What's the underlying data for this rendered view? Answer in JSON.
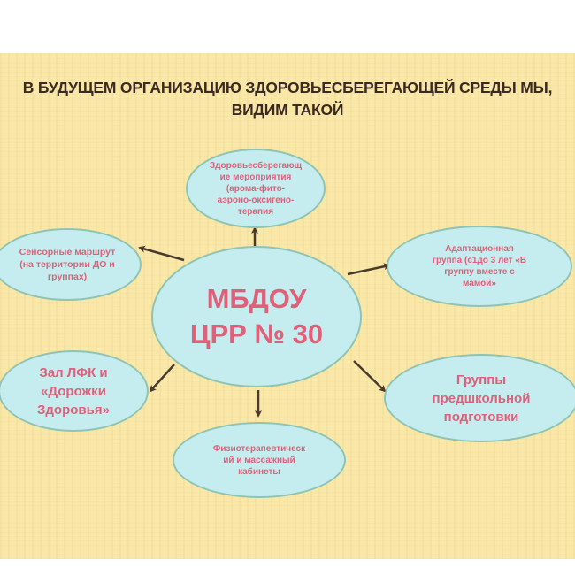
{
  "title": {
    "line1": "В БУДУЩЕМ ОРГАНИЗАЦИЮ ЗДОРОВЬЕСБЕРЕГАЮЩЕЙ СРЕДЫ МЫ,",
    "line2": "ВИДИМ ТАКОЙ"
  },
  "colors": {
    "background": "#f9e8a8",
    "node_fill": "#c5ecef",
    "node_border": "#8fc4b4",
    "node_text": "#e0607a",
    "arrow": "#4a3a2e",
    "title_text": "#3a2a22"
  },
  "center": {
    "line1": "МБДОУ",
    "line2": "ЦРР № 30"
  },
  "nodes": {
    "top": {
      "lines": [
        "Здоровьесберегающ",
        "ие мероприятия",
        "(арома-фито-",
        "аэроно-оксигено-",
        "терапия"
      ]
    },
    "top_left": {
      "lines": [
        "Сенсорные маршрут",
        "(на территории ДО и",
        "группах)"
      ]
    },
    "top_right": {
      "lines": [
        "Адаптационная",
        "группа (с1до 3 лет  «В",
        "группу вместе с",
        "мамой»"
      ]
    },
    "bottom_left": {
      "lines": [
        "Зал ЛФК и",
        "«Дорожки",
        "Здоровья»"
      ]
    },
    "bottom_right": {
      "lines": [
        "Группы",
        "предшкольной",
        "подготовки"
      ]
    },
    "bottom": {
      "lines": [
        "Физиотерапевтическ",
        "ий и массажный",
        "кабинеты"
      ]
    }
  }
}
